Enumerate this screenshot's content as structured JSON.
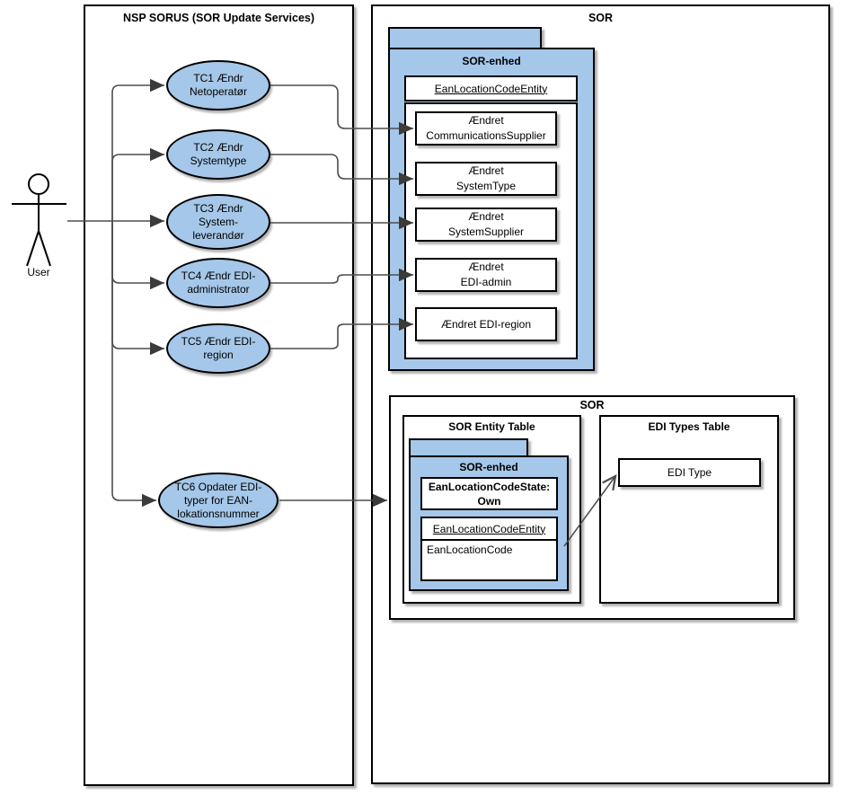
{
  "colors": {
    "shape_fill": "#a5c7e9",
    "connector_line": "#4d4d4d",
    "border": "#000000"
  },
  "actor": {
    "label": "User"
  },
  "nsp": {
    "title": "NSP SORUS (SOR Update Services)",
    "usecases": [
      {
        "id": "tc1",
        "label": [
          "TC1 Ændr",
          "Netoperatør"
        ]
      },
      {
        "id": "tc2",
        "label": [
          "TC2 Ændr",
          "Systemtype"
        ]
      },
      {
        "id": "tc3",
        "label": [
          "TC3 Ændr",
          "System-",
          "leverandør"
        ]
      },
      {
        "id": "tc4",
        "label": [
          "TC4 Ændr EDI-",
          "administrator"
        ]
      },
      {
        "id": "tc5",
        "label": [
          "TC5 Ændr EDI-",
          "region"
        ]
      },
      {
        "id": "tc6",
        "label": [
          "TC6 Opdater EDI-",
          "typer for EAN-",
          "lokationsnummer"
        ]
      }
    ]
  },
  "sor": {
    "title": "SOR",
    "update_package": {
      "title": "SOR-enhed",
      "entity": "EanLocationCodeEntity",
      "operations": [
        {
          "label": [
            "Ændret",
            "CommunicationsSupplier"
          ]
        },
        {
          "label": [
            "Ændret",
            "SystemType"
          ]
        },
        {
          "label": [
            "Ændret",
            "SystemSupplier"
          ]
        },
        {
          "label": [
            "Ændret",
            "EDI-admin"
          ]
        },
        {
          "label": [
            "Ændret EDI-region"
          ]
        }
      ]
    },
    "detail": {
      "title": "SOR",
      "entity_table": {
        "title": "SOR Entity Table",
        "package_title": "SOR-enhed",
        "state": [
          "EanLocationCodeState:",
          "Own"
        ],
        "entity": "EanLocationCodeEntity",
        "attribute": "EanLocationCode"
      },
      "edi_table": {
        "title": "EDI Types Table",
        "type_box": "EDI Type"
      }
    }
  }
}
